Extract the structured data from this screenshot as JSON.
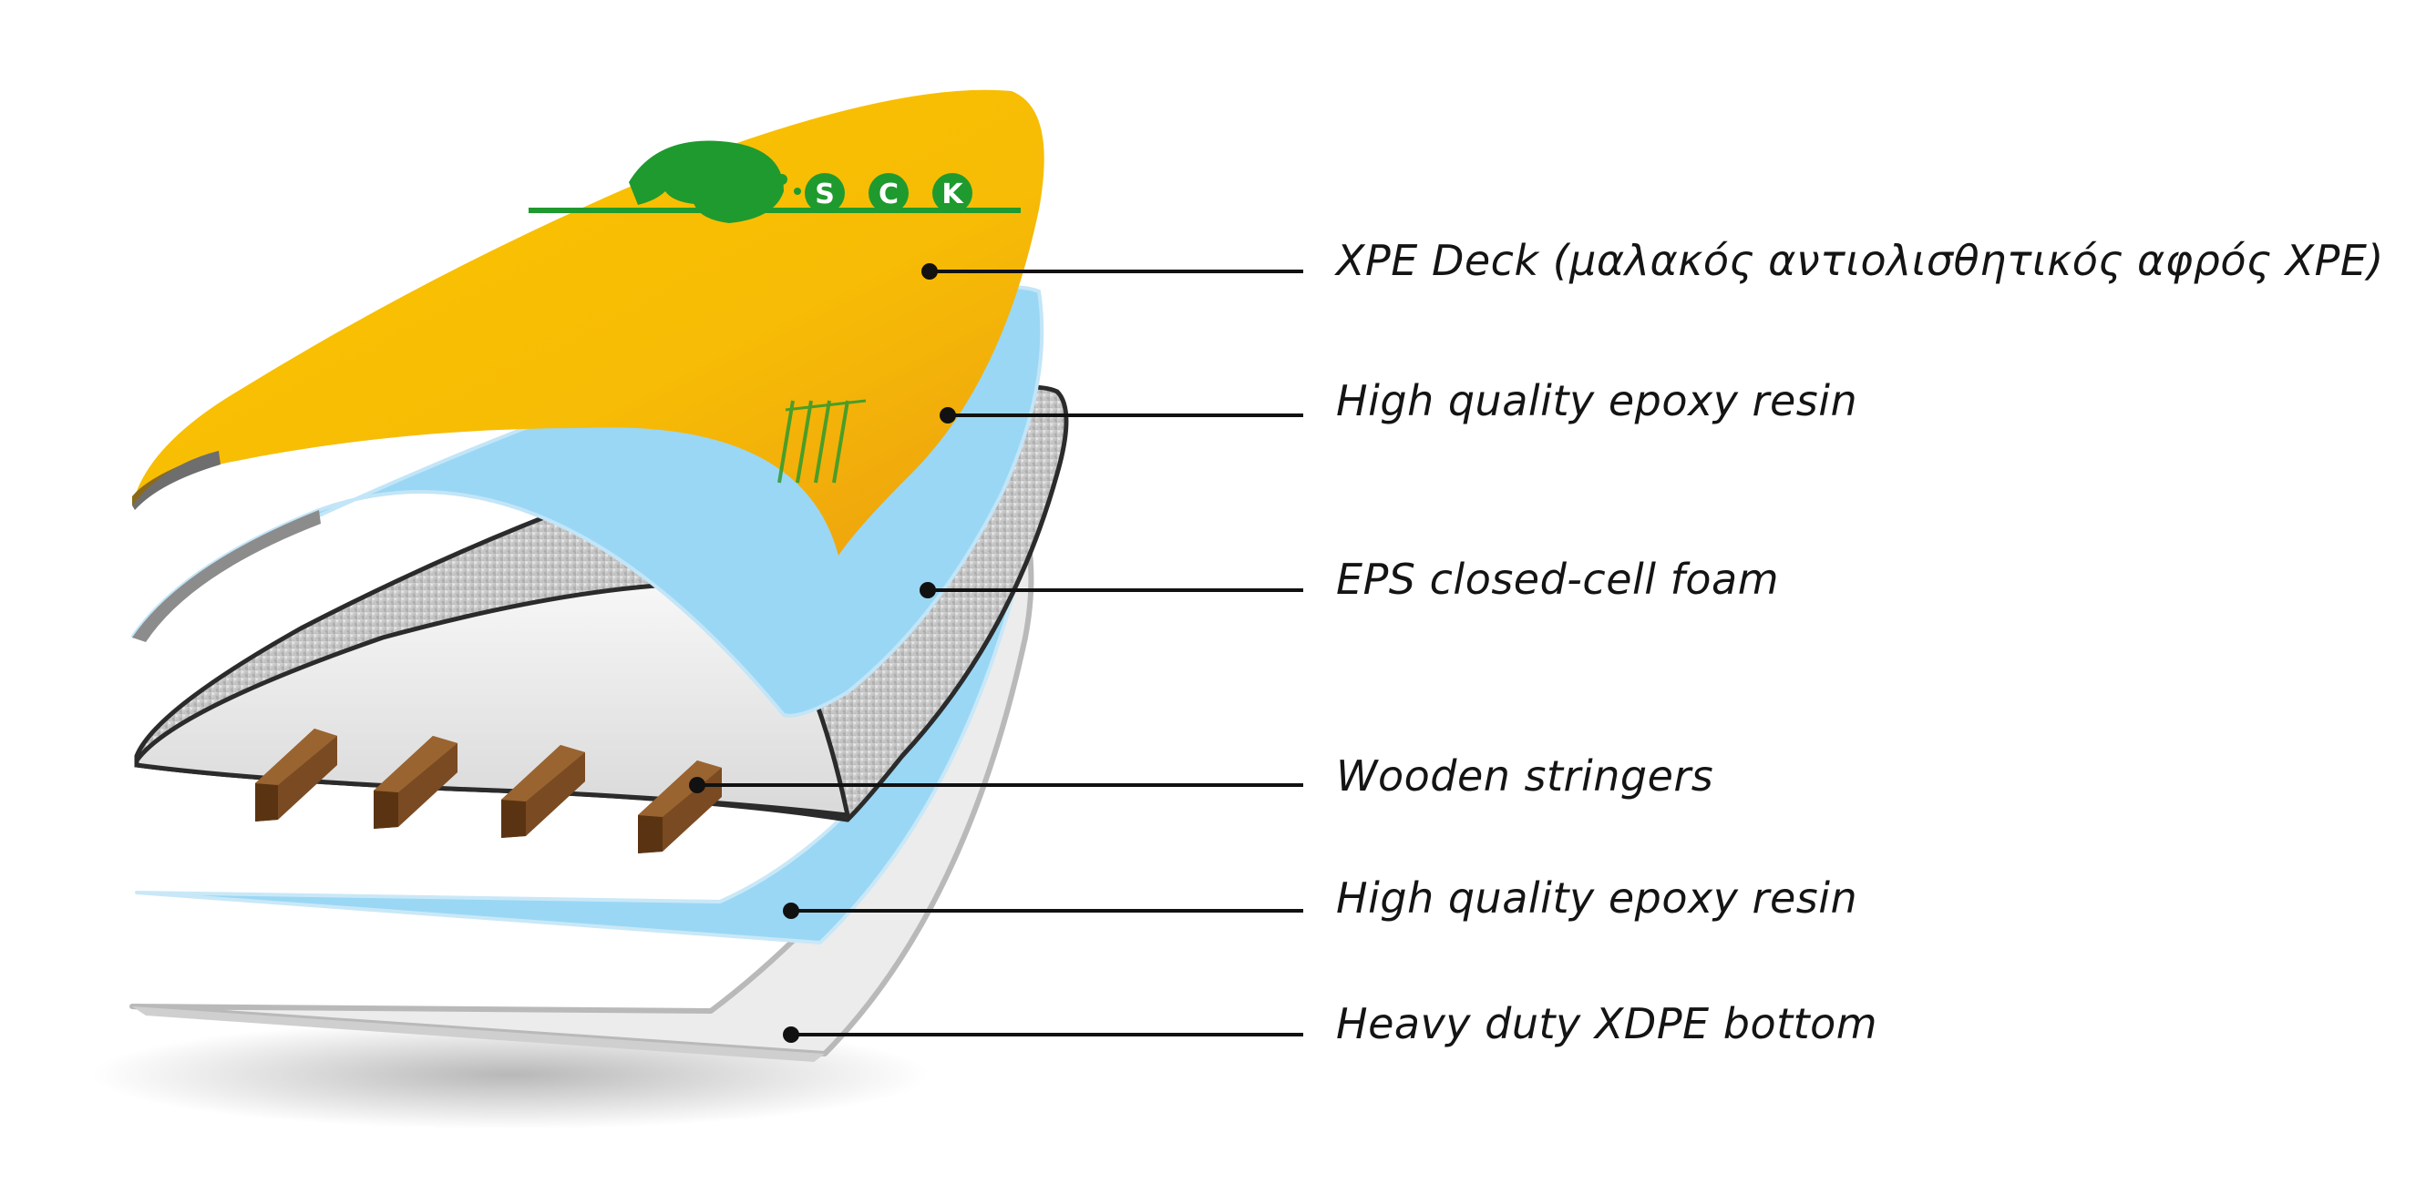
{
  "diagram": {
    "layers": [
      {
        "id": "xpe-deck",
        "label": "XPE Deck (μαλακός αντιολισθητικός αφρός XPE)"
      },
      {
        "id": "epoxy-top",
        "label": "High quality epoxy resin"
      },
      {
        "id": "eps-foam",
        "label": "EPS closed-cell foam"
      },
      {
        "id": "stringers",
        "label": "Wooden stringers"
      },
      {
        "id": "epoxy-bottom",
        "label": "High quality epoxy resin"
      },
      {
        "id": "xdpe-bottom",
        "label": "Heavy duty XDPE bottom"
      }
    ],
    "logo": {
      "letters": [
        "S",
        "C",
        "K"
      ],
      "color": "#1f9a2e"
    },
    "colors": {
      "deck": "#f5b800",
      "epoxy": "#9ad7f5",
      "foam": "#c9c9c9",
      "stringer": "#7a4a22",
      "bottom": "#f2f2f2",
      "leader": "#111111"
    }
  }
}
